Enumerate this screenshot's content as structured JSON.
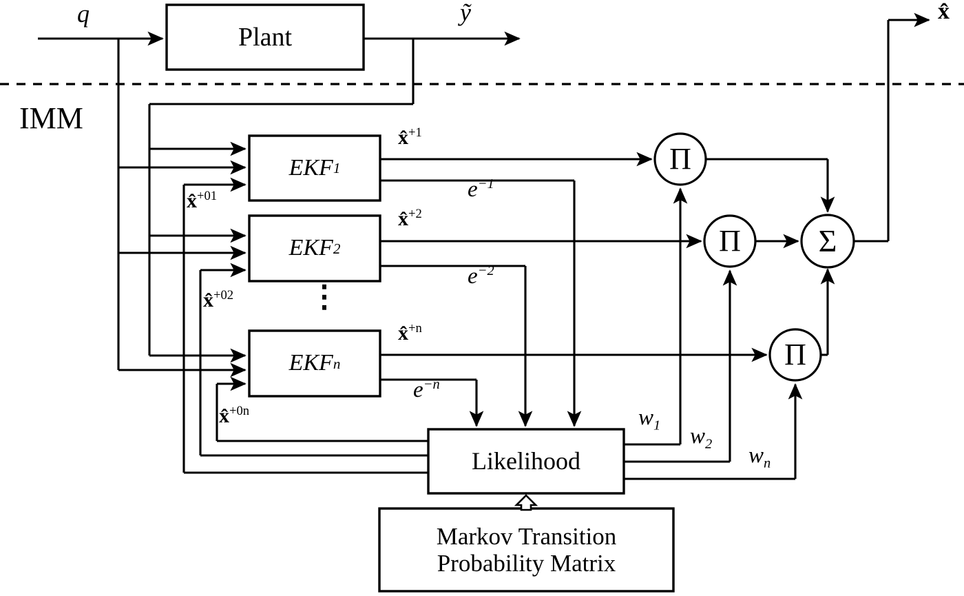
{
  "diagram": {
    "title_region": "IMM estimator block diagram",
    "section_label": "IMM",
    "separator": "dashed-horizontal-line"
  },
  "blocks": {
    "plant": {
      "label": "Plant"
    },
    "ekf1": {
      "label": "EKF",
      "sub": "1"
    },
    "ekf2": {
      "label": "EKF",
      "sub": "2"
    },
    "ekfn": {
      "label": "EKF",
      "sub": "n"
    },
    "likelihood": {
      "label": "Likelihood"
    },
    "markov": {
      "line1": "Markov Transition",
      "line2": "Probability Matrix"
    }
  },
  "operators": {
    "prod1": {
      "glyph": "Π"
    },
    "prod2": {
      "glyph": "Π"
    },
    "prodn": {
      "glyph": "Π"
    },
    "sum": {
      "glyph": "Σ"
    }
  },
  "signals": {
    "input_q": "q",
    "plant_output": "ỹ",
    "final_output": "x̂",
    "ekf1_state": {
      "base": "x̂",
      "sup": "+1"
    },
    "ekf2_state": {
      "base": "x̂",
      "sup": "+2"
    },
    "ekfn_state": {
      "base": "x̂",
      "sup": "+n"
    },
    "mix1": {
      "base": "x̂",
      "sup": "+01"
    },
    "mix2": {
      "base": "x̂",
      "sup": "+02"
    },
    "mixn": {
      "base": "x̂",
      "sup": "+0n"
    },
    "err1": {
      "base": "e",
      "sup": "−1"
    },
    "err2": {
      "base": "e",
      "sup": "−2"
    },
    "errn": {
      "base": "e",
      "sup": "−n"
    },
    "w1": {
      "base": "w",
      "sub": "1"
    },
    "w2": {
      "base": "w",
      "sub": "2"
    },
    "wn": {
      "base": "w",
      "sub": "n"
    },
    "vertical_ellipsis": "⋮"
  },
  "colors": {
    "stroke": "#000000",
    "background": "#ffffff",
    "text": "#000000"
  }
}
